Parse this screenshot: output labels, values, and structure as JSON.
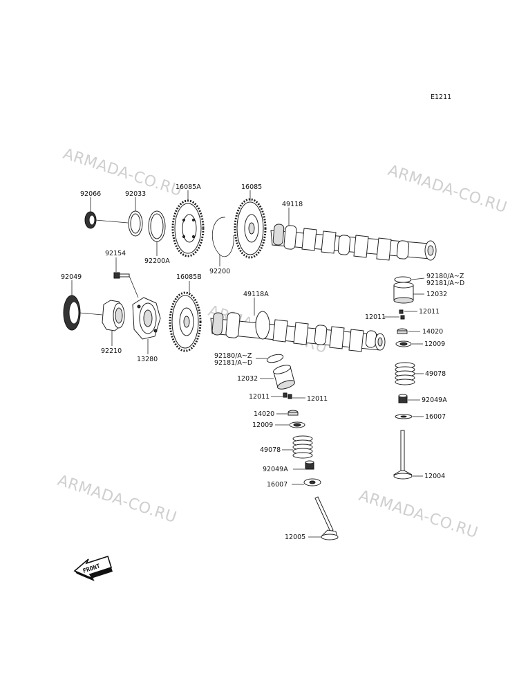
{
  "figure_code": "E1211",
  "watermarks": [
    "ARMADA-CO.RU",
    "ARMADA-CO.RU",
    "ARMADA-CO.RU",
    "ARMADA-CO.RU",
    "ARMADA-CO.RU"
  ],
  "front_label": "FRONT",
  "parts": {
    "p92066": "92066",
    "p92033": "92033",
    "p16085A": "16085A",
    "p16085": "16085",
    "p49118": "49118",
    "p92200A": "92200A",
    "p92200": "92200",
    "p92154": "92154",
    "p92049": "92049",
    "p16085B": "16085B",
    "p49118A": "49118A",
    "p92210": "92210",
    "p13280": "13280",
    "p92180_upper": "92180/A~Z",
    "p92181_upper": "92181/A~D",
    "p12032_upper": "12032",
    "p12011_upper_r": "12011",
    "p12011_upper_l": "12011",
    "p14020_upper": "14020",
    "p12009_upper": "12009",
    "p49078_upper": "49078",
    "p92049A_upper": "92049A",
    "p16007_upper": "16007",
    "p12004": "12004",
    "p92180_lower": "92180/A~Z",
    "p92181_lower": "92181/A~D",
    "p12032_lower": "12032",
    "p12011_lower_l": "12011",
    "p12011_lower_r": "12011",
    "p14020_lower": "14020",
    "p12009_lower": "12009",
    "p49078_lower": "49078",
    "p92049A_lower": "92049A",
    "p16007_lower": "16007",
    "p12005": "12005"
  }
}
